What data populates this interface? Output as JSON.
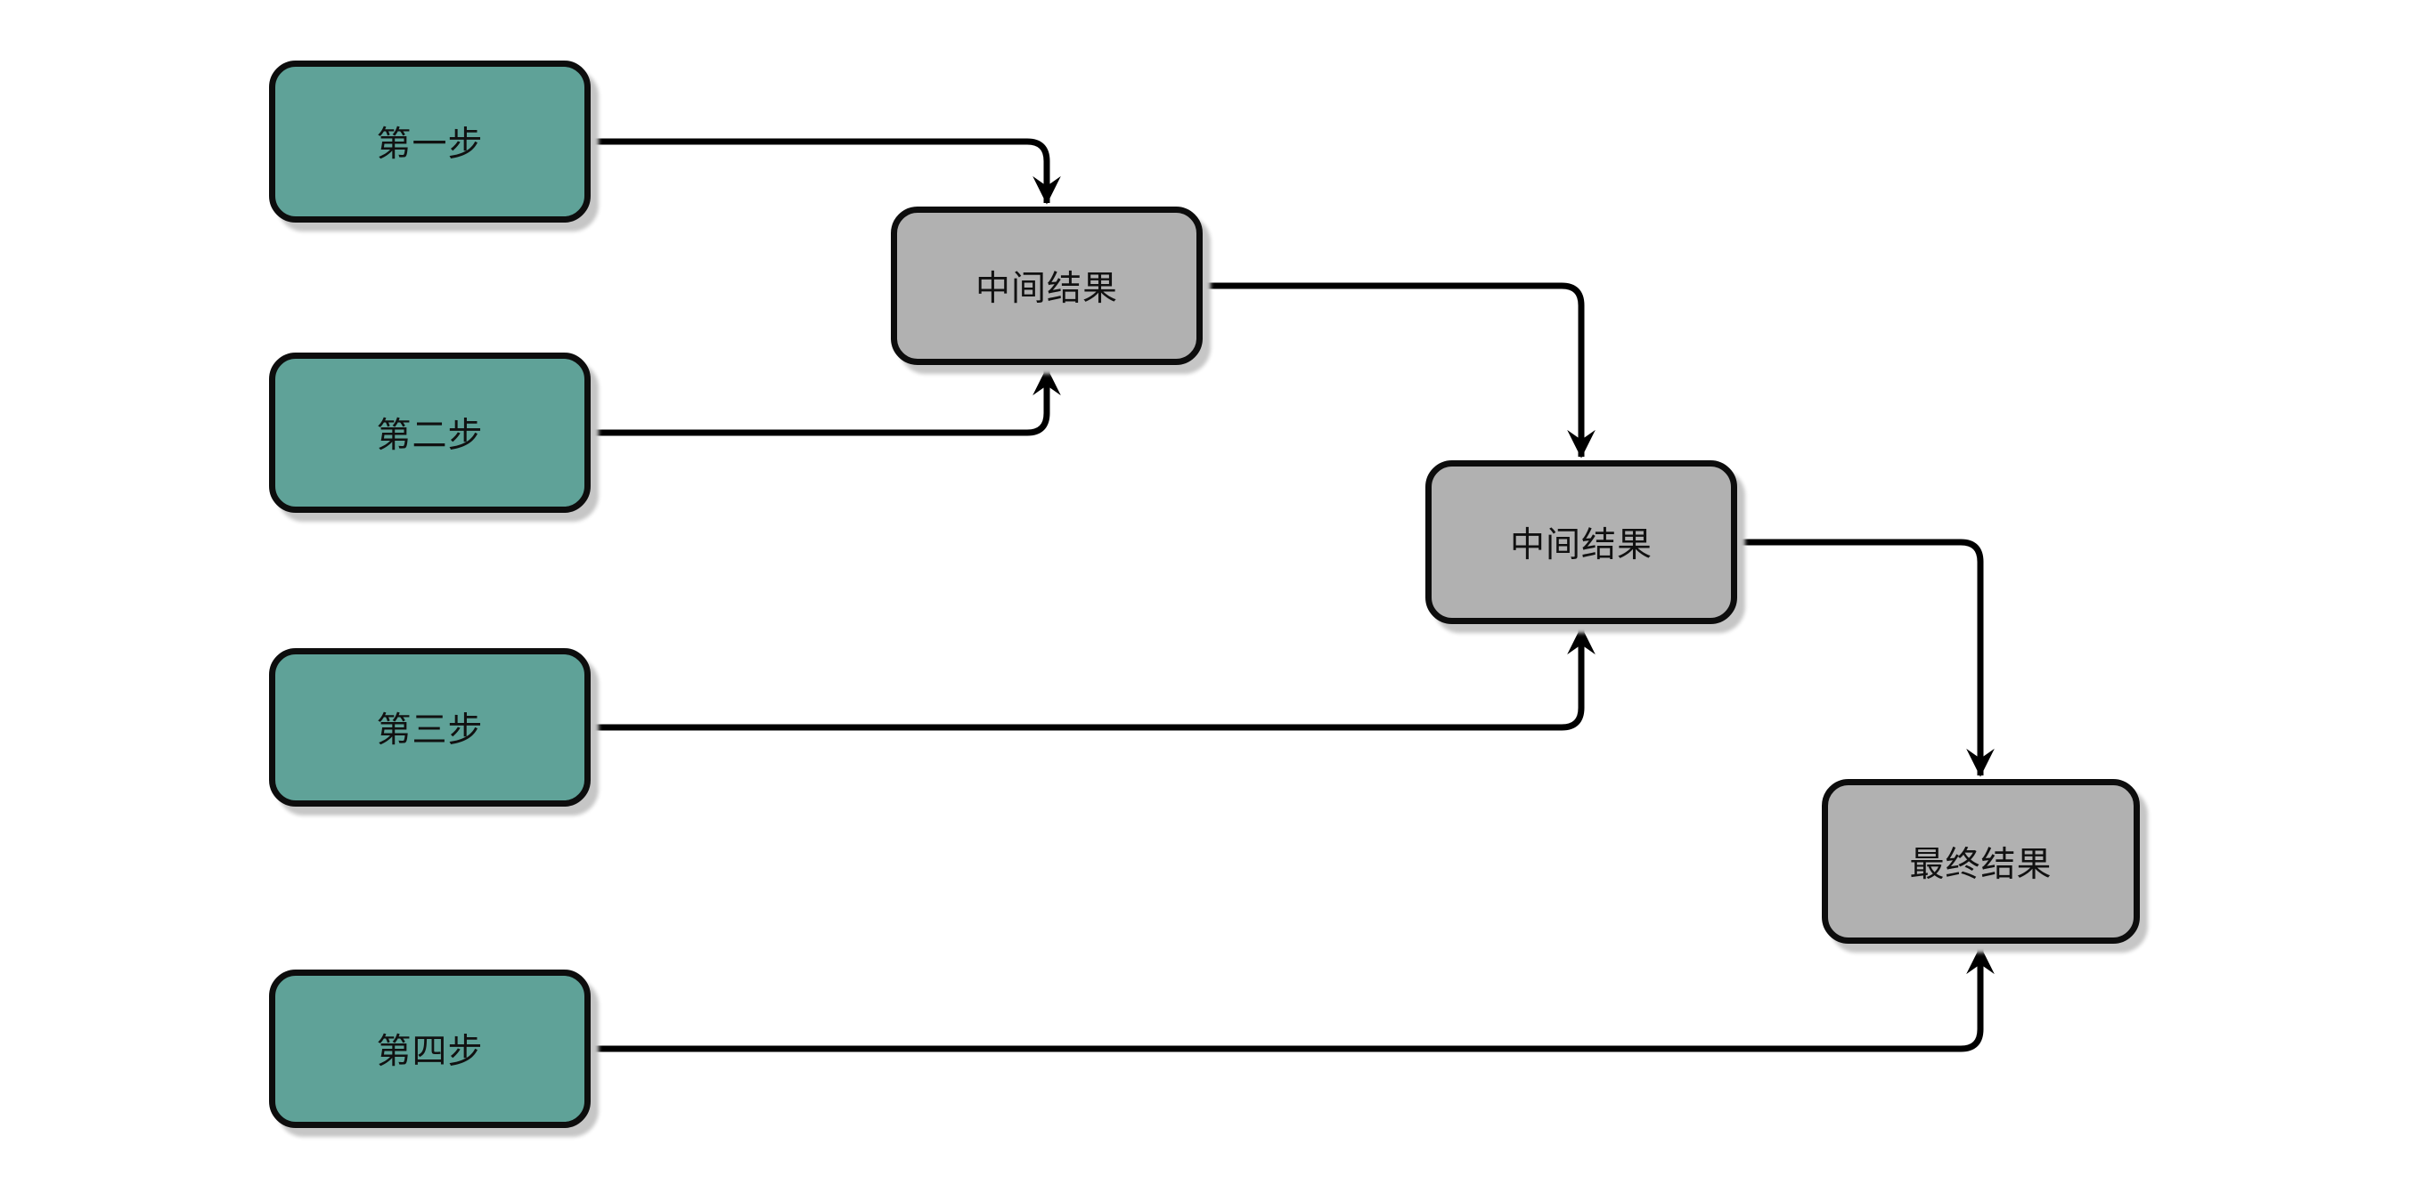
{
  "diagram": {
    "type": "flowchart",
    "direction": "left-to-right",
    "nodes": [
      {
        "id": "step1",
        "label": "第一步",
        "kind": "step"
      },
      {
        "id": "step2",
        "label": "第二步",
        "kind": "step"
      },
      {
        "id": "step3",
        "label": "第三步",
        "kind": "step"
      },
      {
        "id": "step4",
        "label": "第四步",
        "kind": "step"
      },
      {
        "id": "mid1",
        "label": "中间结果",
        "kind": "result"
      },
      {
        "id": "mid2",
        "label": "中间结果",
        "kind": "result"
      },
      {
        "id": "final",
        "label": "最终结果",
        "kind": "result"
      }
    ],
    "edges": [
      {
        "from": "step1",
        "to": "mid1"
      },
      {
        "from": "step2",
        "to": "mid1"
      },
      {
        "from": "mid1",
        "to": "mid2"
      },
      {
        "from": "step3",
        "to": "mid2"
      },
      {
        "from": "mid2",
        "to": "final"
      },
      {
        "from": "step4",
        "to": "final"
      }
    ]
  },
  "colors": {
    "step-fill": "#5fa298",
    "result-fill": "#b1b1b1",
    "node-border": "#0d0d0d",
    "edge-stroke": "#000000",
    "text": "#111111",
    "canvas-bg": "#ffffff",
    "shadow": "#c6c6c6"
  }
}
